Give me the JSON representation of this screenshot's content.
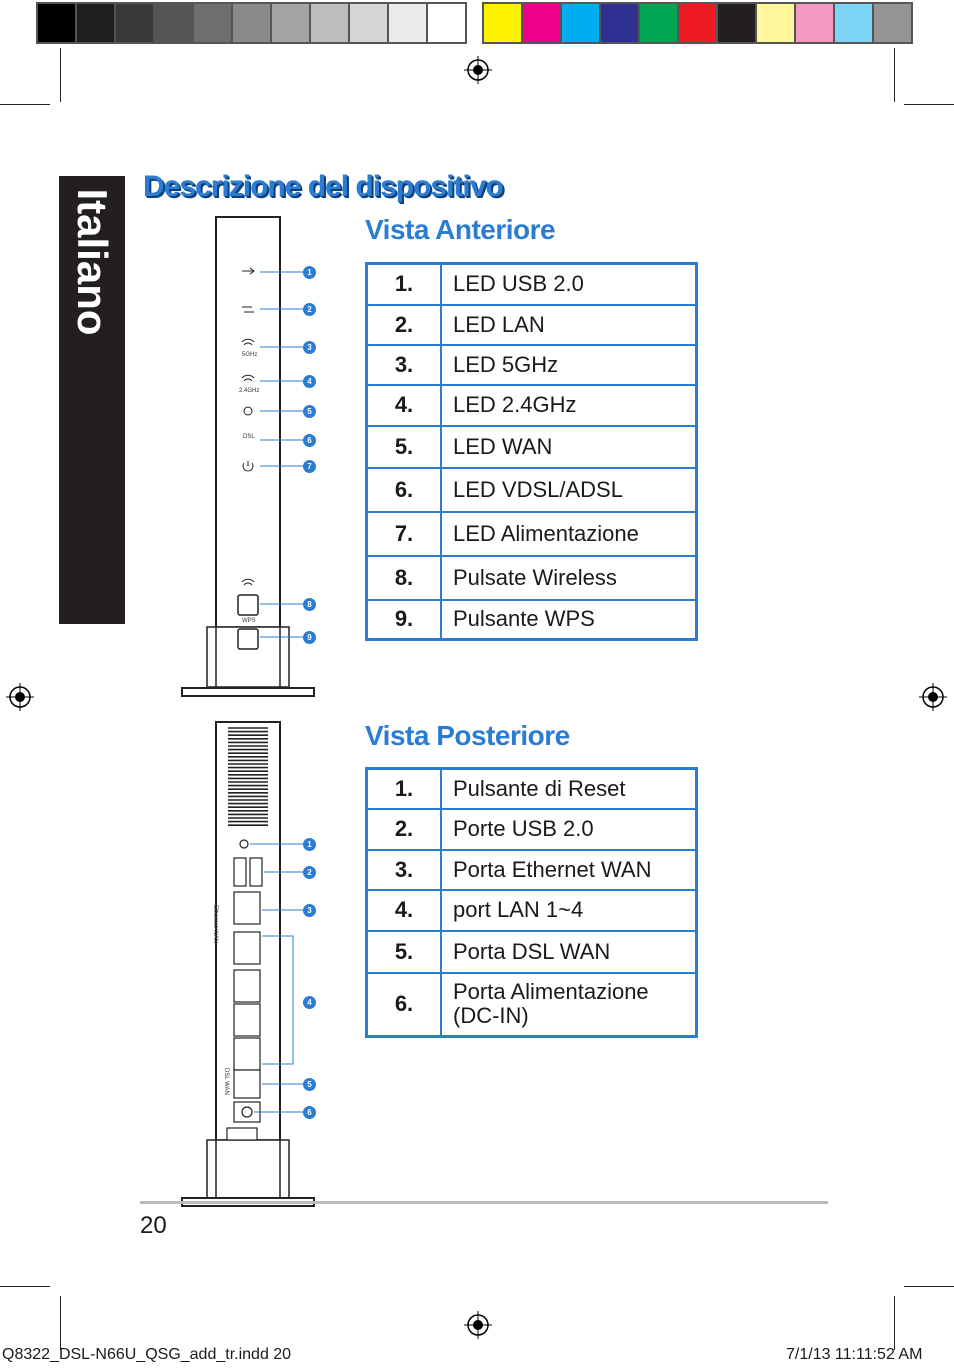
{
  "side_tab": {
    "label": "Italiano"
  },
  "main_title": "Descrizione del dispositivo",
  "front": {
    "title": "Vista Anteriore",
    "rows": [
      {
        "num": "1.",
        "label": "LED USB 2.0"
      },
      {
        "num": "2.",
        "label": "LED LAN"
      },
      {
        "num": "3.",
        "label": "LED 5GHz"
      },
      {
        "num": "4.",
        "label": "LED 2.4GHz"
      },
      {
        "num": "5.",
        "label": "LED WAN"
      },
      {
        "num": "6.",
        "label": "LED VDSL/ADSL"
      },
      {
        "num": "7.",
        "label": "LED Alimentazione"
      },
      {
        "num": "8.",
        "label": "Pulsate Wireless"
      },
      {
        "num": "9.",
        "label": "Pulsante WPS"
      }
    ],
    "device_labels": {
      "ghz5": "5GHz",
      "ghz24": "2.4GHz",
      "dsl": "DSL",
      "wps": "WPS"
    },
    "callouts": [
      "1",
      "2",
      "3",
      "4",
      "5",
      "6",
      "7",
      "8",
      "9"
    ]
  },
  "rear": {
    "title": "Vista Posteriore",
    "rows": [
      {
        "num": "1.",
        "label": "Pulsante di Reset"
      },
      {
        "num": "2.",
        "label": "Porte USB 2.0"
      },
      {
        "num": "3.",
        "label": "Porta Ethernet WAN"
      },
      {
        "num": "4.",
        "label": "port LAN 1~4"
      },
      {
        "num": "5.",
        "label": "Porta DSL WAN"
      },
      {
        "num": "6.",
        "label": "Porta Alimentazione (DC-IN)"
      }
    ],
    "device_labels": {
      "ethernet_wan": "Ethernet WAN",
      "dsl_wan": "DSL WAN"
    },
    "callouts": [
      "1",
      "2",
      "3",
      "4",
      "5",
      "6"
    ]
  },
  "page_number": "20",
  "slug": {
    "file": "Q8322_DSL-N66U_QSG_add_tr.indd   20",
    "date": "7/1/13   11:11:52 AM"
  },
  "colors": {
    "accent": "#2b7cd3",
    "gray_swatches": [
      "#000000",
      "#1e1e1e",
      "#3a3a3a",
      "#555555",
      "#6f6f6f",
      "#8a8a8a",
      "#a4a4a4",
      "#bdbdbd",
      "#d6d6d6",
      "#ebebeb",
      "#ffffff"
    ],
    "color_swatches": [
      "#fff200",
      "#ec008c",
      "#00aeef",
      "#2e3192",
      "#00a651",
      "#ed1c24",
      "#231f20",
      "#fff799",
      "#f49ac1",
      "#7dd4f5",
      "#959595"
    ]
  }
}
